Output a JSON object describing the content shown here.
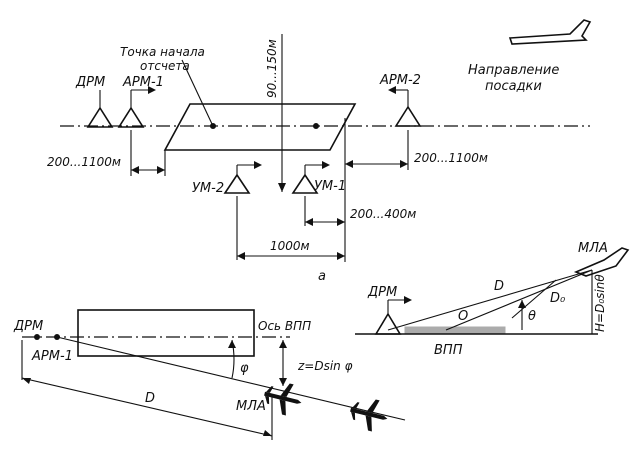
{
  "top": {
    "start_point_label": [
      "Точка начала",
      "отсчета"
    ],
    "landing_direction": [
      "Направление",
      "посадки"
    ],
    "drm": "ДРМ",
    "arm1": "АРМ-1",
    "arm2": "АРМ-2",
    "um2": "УМ-2",
    "um1": "УМ-1",
    "dim_offset_vertical": "90...150м",
    "dim_arm1": "200...1100м",
    "dim_arm2": "200...1100м",
    "dim_um1": "200...400м",
    "dim_1000": "1000м",
    "caption": "а"
  },
  "bottom_left": {
    "drm": "ДРМ",
    "arm1": "АРМ-1",
    "runway_axis": "Ось ВПП",
    "z_formula": "z=Dsin φ",
    "phi": "φ",
    "D": "D",
    "mla": "МЛА"
  },
  "bottom_right": {
    "drm": "ДРМ",
    "mla": "МЛА",
    "D": "D",
    "D0": "D₀",
    "O": "O",
    "theta": "θ",
    "H_formula": "H=D₀sinθ",
    "vpp": "ВПП"
  }
}
